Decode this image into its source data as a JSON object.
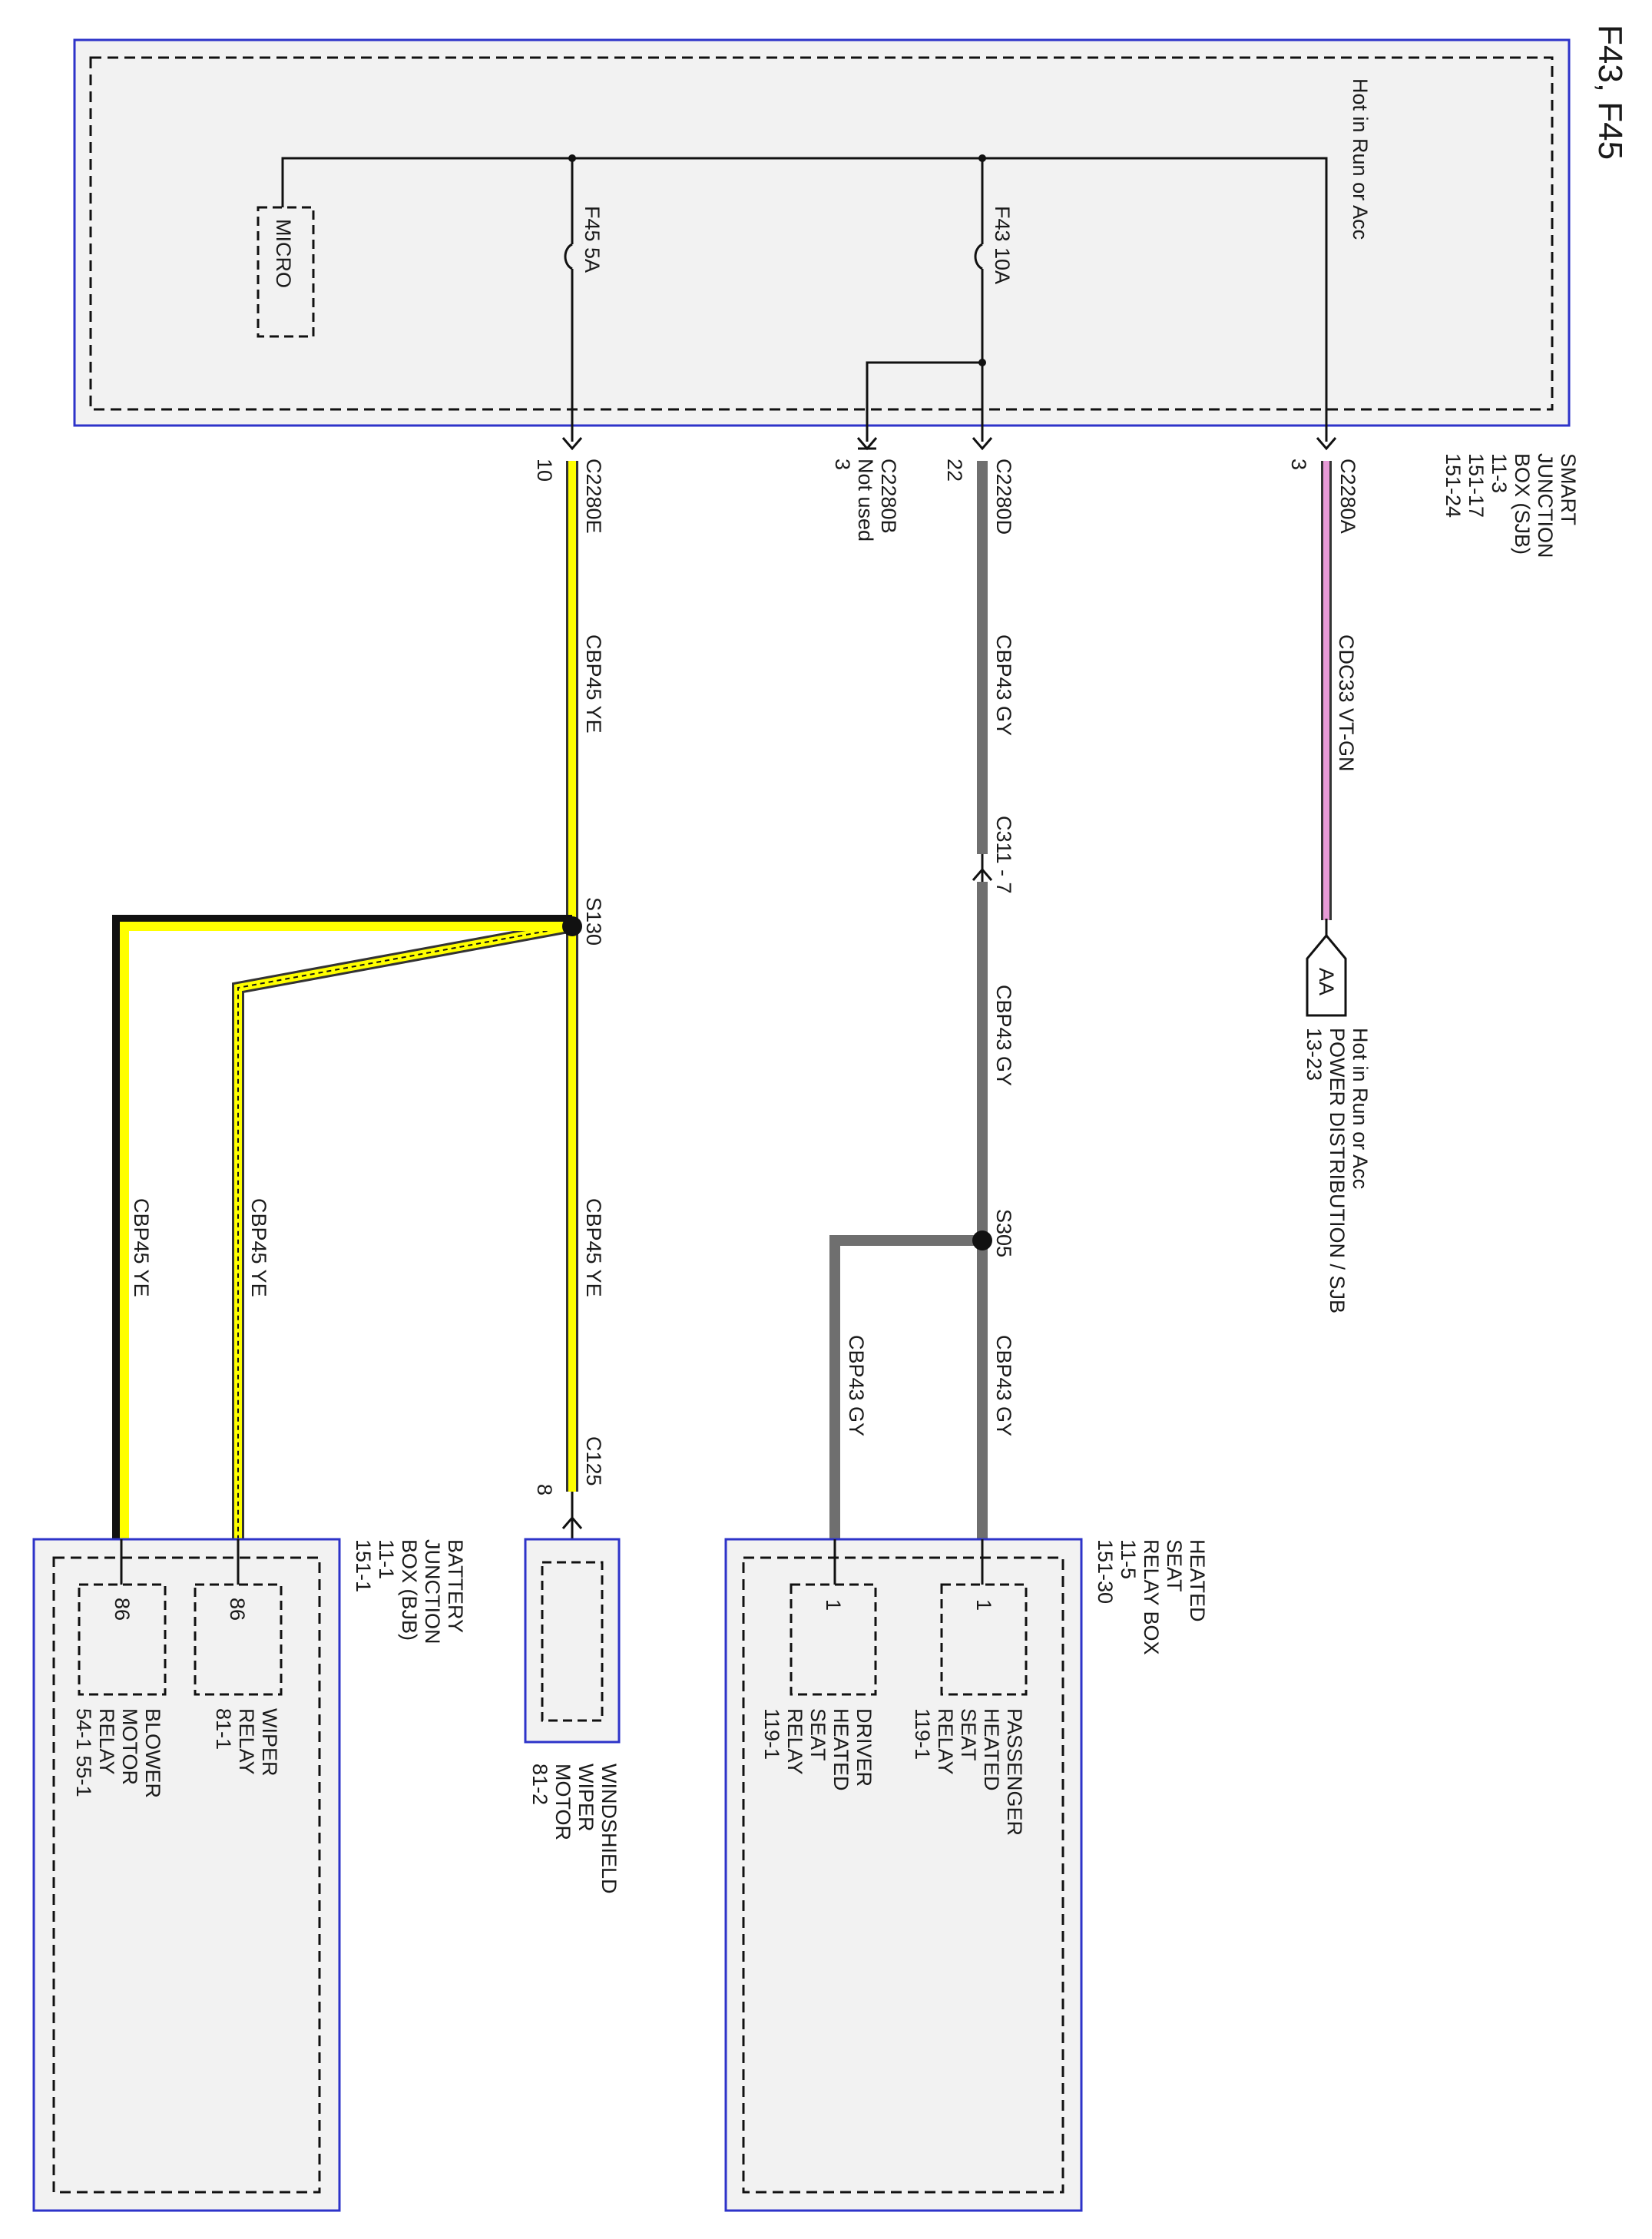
{
  "page": {
    "title": "F43, F45"
  },
  "colors": {
    "module_border": "#2d33c9",
    "module_fill": "#f2f2f2",
    "wire_yellow": "#ffff00",
    "wire_gray": "#6f6f6f",
    "wire_pink": "#e79ad6",
    "ink": "#111111"
  },
  "sjb": {
    "name_lines": [
      "SMART",
      "JUNCTION",
      "BOX (SJB)",
      "11-3",
      "151-17",
      "151-24"
    ],
    "supply_label": "Hot in Run or Acc",
    "micro_label": "MICRO",
    "fuse_f45": "F45  5A",
    "fuse_f43": "F43  10A"
  },
  "connectors": {
    "c2280e": {
      "name": "C2280E",
      "pin": "10"
    },
    "c2280b": {
      "name": "C2280B",
      "pin": "3",
      "note": "Not used"
    },
    "c2280d": {
      "name": "C2280D",
      "pin": "22"
    },
    "c2280a": {
      "name": "C2280A",
      "pin": "3"
    },
    "c311": {
      "name": "C311  -  7"
    },
    "c125": {
      "name": "C125",
      "pin": "8"
    }
  },
  "wires": {
    "cdc33": "CDC33    VT-GN",
    "cbp43": "CBP43    GY",
    "cbp45": "CBP45    YE"
  },
  "splices": {
    "s130": "S130",
    "s305": "S305"
  },
  "offpage": {
    "tag": "AA",
    "lines": [
      "Hot in Run or Acc",
      "POWER DISTRIBUTION / SJB",
      "13-23"
    ]
  },
  "heated_seat_box": {
    "name_lines": [
      "HEATED",
      "SEAT",
      "RELAY BOX",
      "11-5",
      "151-30"
    ],
    "passenger": {
      "pin": "1",
      "lines": [
        "PASSENGER",
        "HEATED",
        "SEAT",
        "RELAY",
        "119-1"
      ]
    },
    "driver": {
      "pin": "1",
      "lines": [
        "DRIVER",
        "HEATED",
        "SEAT",
        "RELAY",
        "119-1"
      ]
    }
  },
  "wiper_motor": {
    "lines": [
      "WINDSHIELD",
      "WIPER",
      "MOTOR",
      "81-2"
    ]
  },
  "bjb": {
    "name_lines": [
      "BATTERY",
      "JUNCTION",
      "BOX (BJB)",
      "11-1",
      "151-1"
    ],
    "wiper_relay": {
      "pin": "86",
      "lines": [
        "WIPER",
        "RELAY",
        "81-1"
      ]
    },
    "blower_relay": {
      "pin": "86",
      "lines": [
        "BLOWER",
        "MOTOR",
        "RELAY",
        "54-1    55-1"
      ]
    }
  }
}
